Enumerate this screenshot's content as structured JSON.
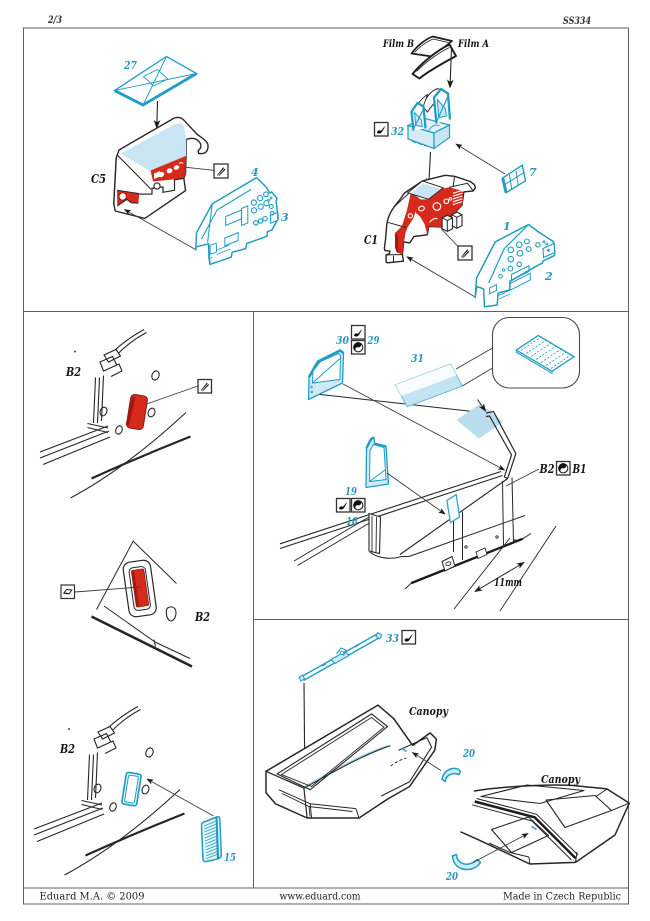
{
  "header": {
    "page_number": "2/3",
    "sheet_code": "SS334"
  },
  "footer": {
    "copyright": "Eduard M.A. © 2009",
    "website": "www.eduard.com",
    "origin": "Made in Czech Republic"
  },
  "symbols": {
    "check_box": "optional-checkmark-icon",
    "ball_box": "form-to-shape-icon",
    "scrape_box": "remove-surface-detail-icon",
    "peel_box": "peel-off-film-icon"
  },
  "colors": {
    "part_blue": "#1f9dc4",
    "light_blue_fill": "#d2eaf5",
    "deck_blue": "#c9e4f2",
    "paint_red": "#d62a1d",
    "line_black": "#262626",
    "number_blue": "#2798bb"
  },
  "top_panel": {
    "left_assembly": {
      "sheet_part": "27",
      "body_label": "C5",
      "panel_back": "4",
      "panel_front": "3"
    },
    "right_assembly": {
      "film_b": "Film B",
      "film_a": "Film A",
      "sight_part": "32",
      "placard_part": "7",
      "body_label": "C1",
      "panel_back": "1",
      "panel_front": "2"
    }
  },
  "left_column": {
    "view1": {
      "label": "B2"
    },
    "view2": {
      "label": "B2"
    },
    "view3": {
      "label": "B2",
      "grille_part": "15"
    }
  },
  "middle_right_panel": {
    "part_30": "30",
    "part_29": "29",
    "part_31": "31",
    "part_19": "19",
    "part_18": "18",
    "body_b2": "B2",
    "body_b1": "B1",
    "dimension": "11mm"
  },
  "bottom_right_panel": {
    "part_33": "33",
    "canopy_left_label": "Canopy",
    "part_20_left": "20",
    "canopy_right_label": "Canopy",
    "part_20_right": "20"
  }
}
